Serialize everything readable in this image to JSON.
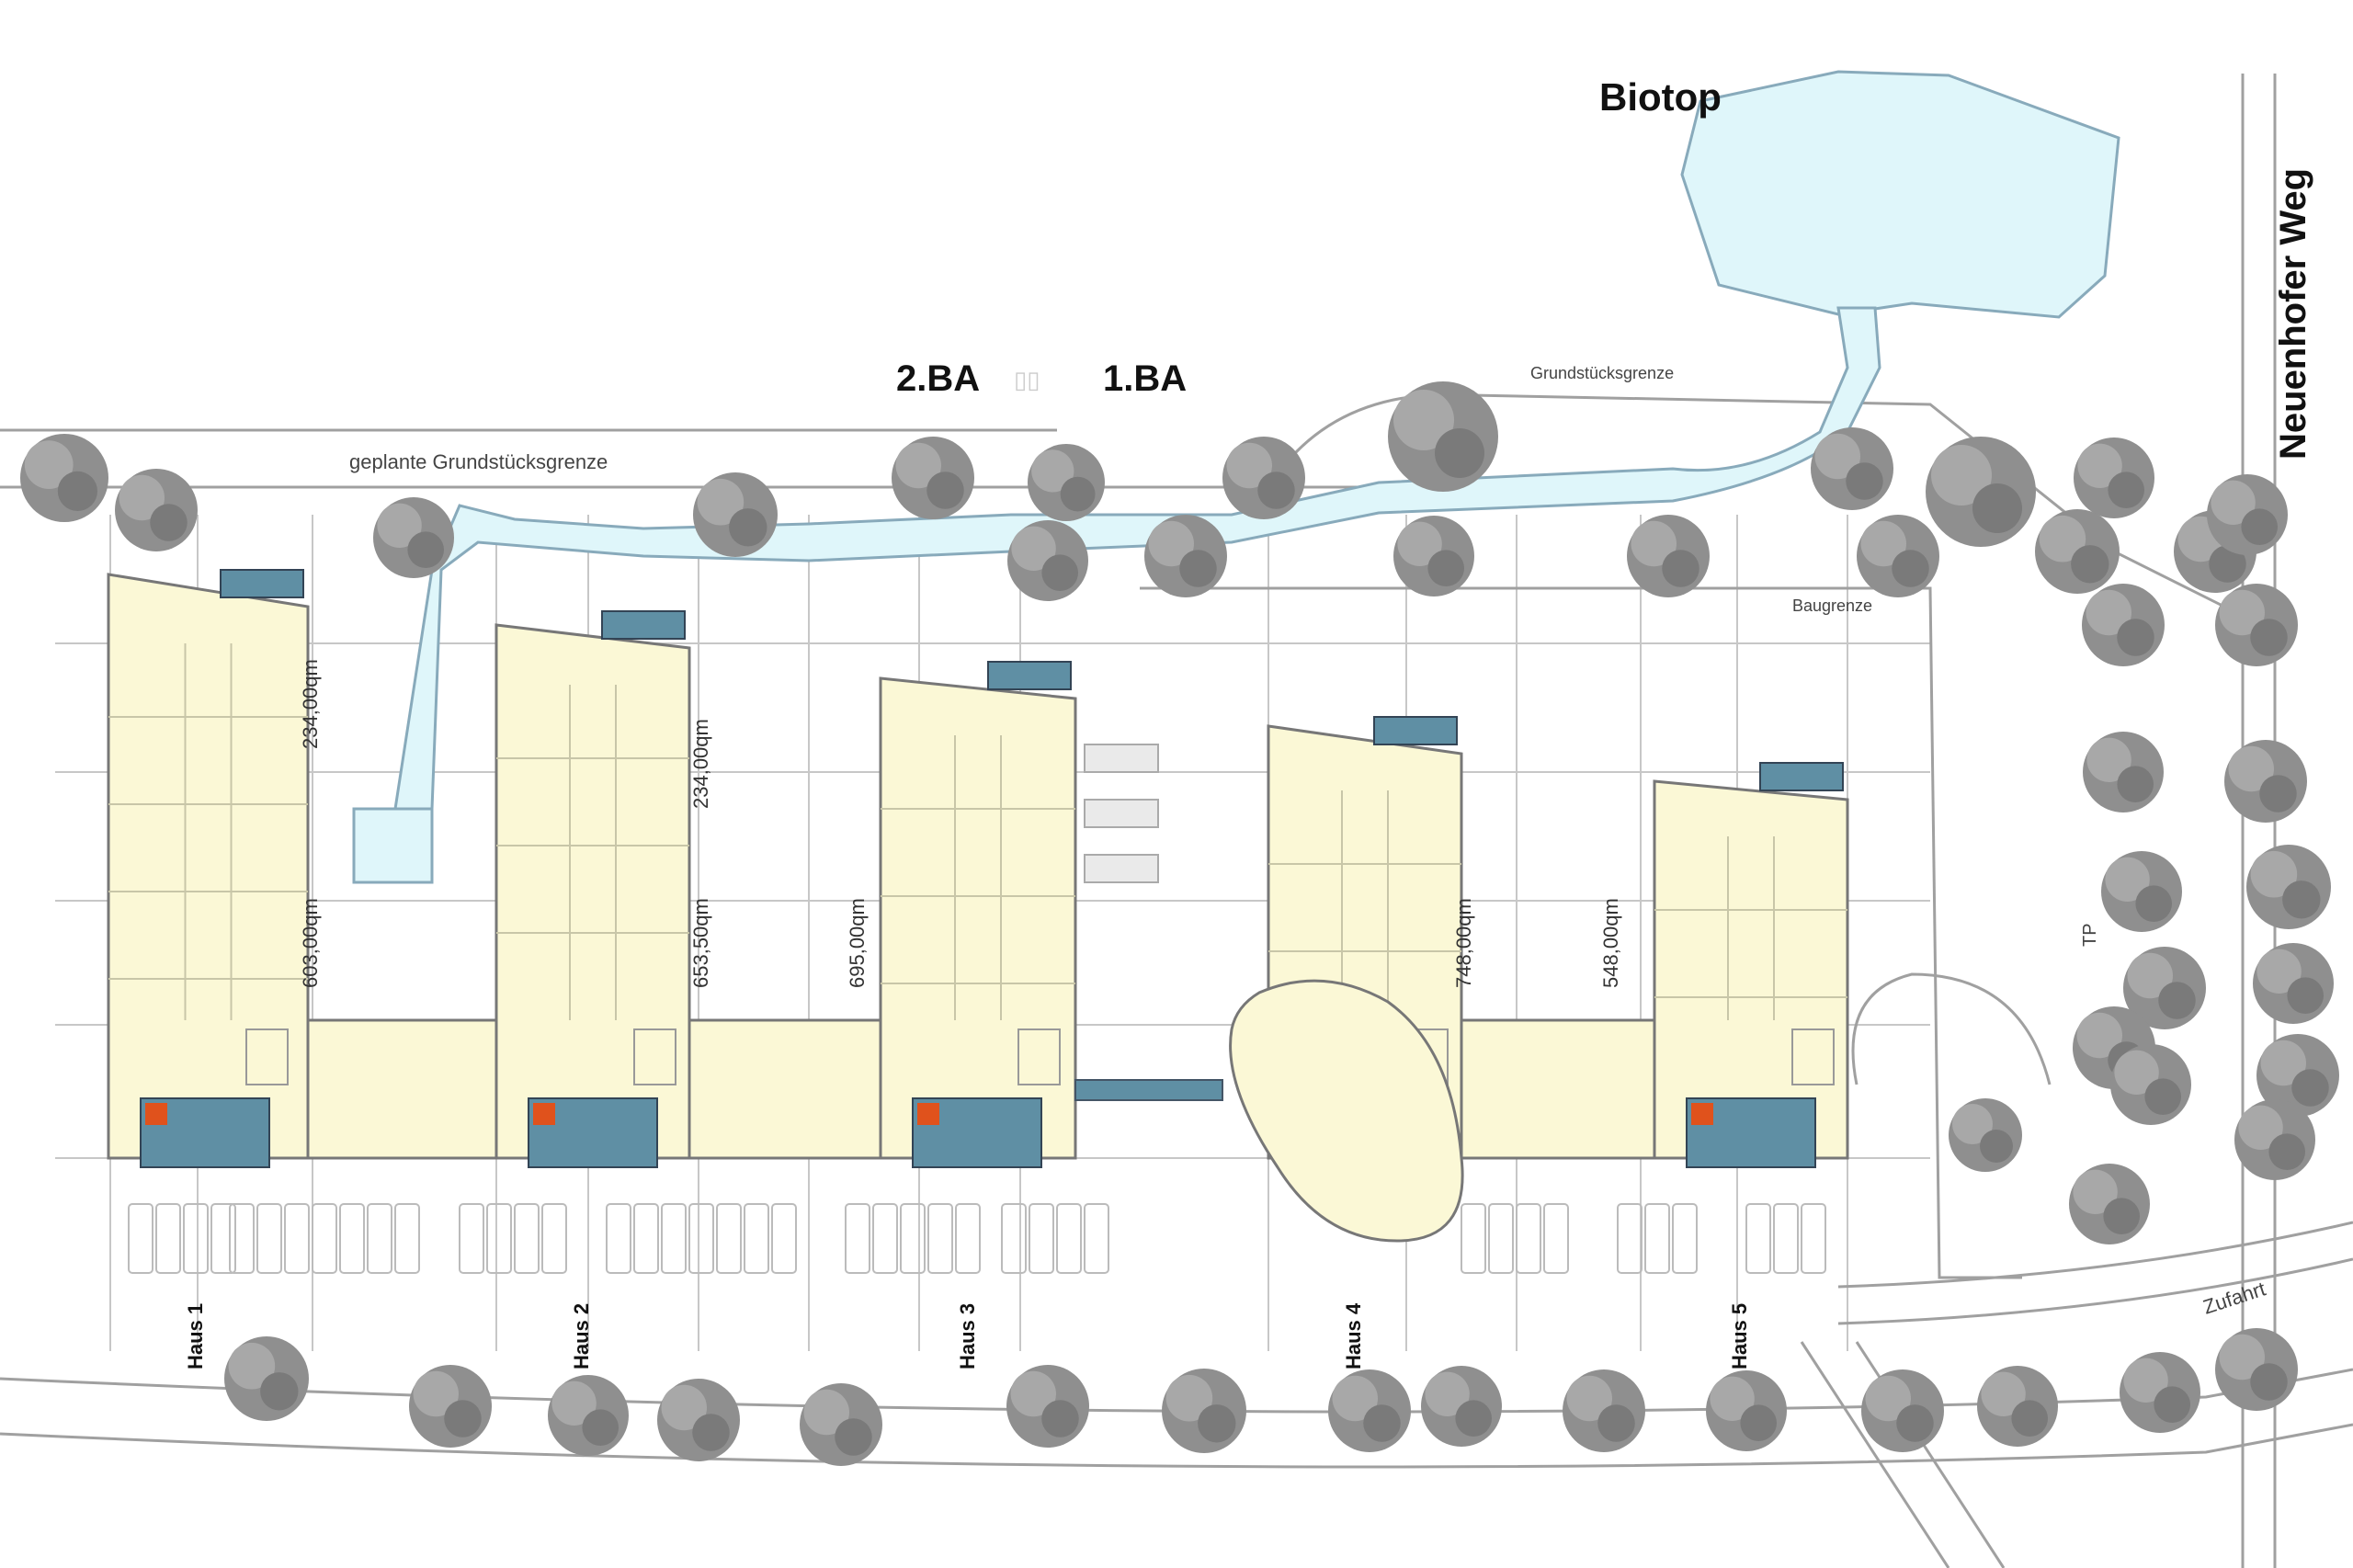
{
  "labels": {
    "biotop": "Biotop",
    "street": "Neuenhofer Weg",
    "phase_2": "2.BA",
    "phase_1": "1.BA",
    "planned_boundary": "geplante Grundstücksgrenze",
    "property_boundary": "Grundstücksgrenze",
    "building_limit": "Baugrenze",
    "entrance": "Zufahrt",
    "tp": "TP"
  },
  "houses": [
    {
      "name": "Haus 1",
      "area_upper": "234,00qm",
      "area_lower": "603,00qm"
    },
    {
      "name": "Haus 2",
      "area_upper": "234,00qm",
      "area_lower": "653,50qm"
    },
    {
      "name": "Haus 3",
      "area_upper": "",
      "area_lower": "695,00qm"
    },
    {
      "name": "Haus 4",
      "area_upper": "",
      "area_lower": "748,00qm"
    },
    {
      "name": "Haus 5",
      "area_upper": "",
      "area_lower": "548,00qm"
    }
  ],
  "colors": {
    "building_fill": "#fbf8d6",
    "water": "#dff6fa",
    "core": "#5f8fa4",
    "stair": "#e0521c",
    "tree": "#8f8f8f",
    "line": "#9a9a9a"
  }
}
